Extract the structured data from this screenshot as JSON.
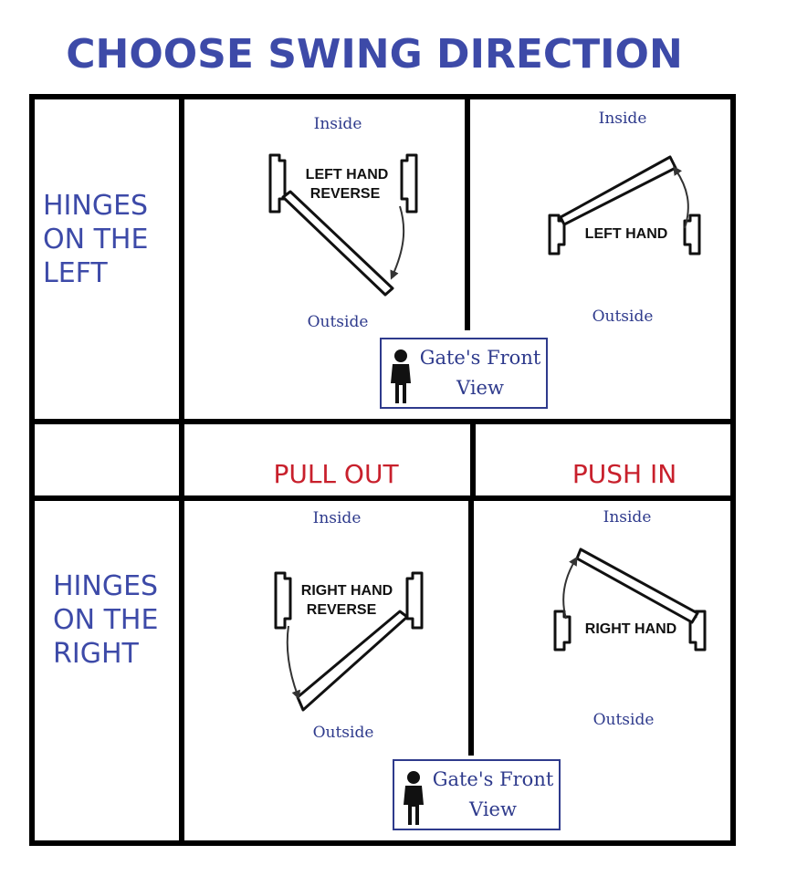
{
  "title": "CHOOSE SWING DIRECTION",
  "rows": {
    "left_label": [
      "HINGES",
      "ON THE",
      "LEFT"
    ],
    "right_label": [
      "HINGES",
      "ON THE",
      "RIGHT"
    ]
  },
  "columns": {
    "pull": "PULL OUT",
    "push": "PUSH IN"
  },
  "panels": {
    "left_reverse": {
      "top": "Inside",
      "bottom": "Outside",
      "label_1": "LEFT HAND",
      "label_2": "REVERSE"
    },
    "left_hand": {
      "top": "Inside",
      "bottom": "Outside",
      "label_1": "LEFT HAND"
    },
    "right_reverse": {
      "top": "Inside",
      "bottom": "Outside",
      "label_1": "RIGHT HAND",
      "label_2": "REVERSE"
    },
    "right_hand": {
      "top": "Inside",
      "bottom": "Outside",
      "label_1": "RIGHT HAND"
    }
  },
  "front_view": {
    "line1": "Gate's Front",
    "line2": "View"
  },
  "colors": {
    "title": "#3d4aa8",
    "column_label": "#c8202c",
    "serif_text": "#2e3a8c",
    "grid": "#000000"
  }
}
